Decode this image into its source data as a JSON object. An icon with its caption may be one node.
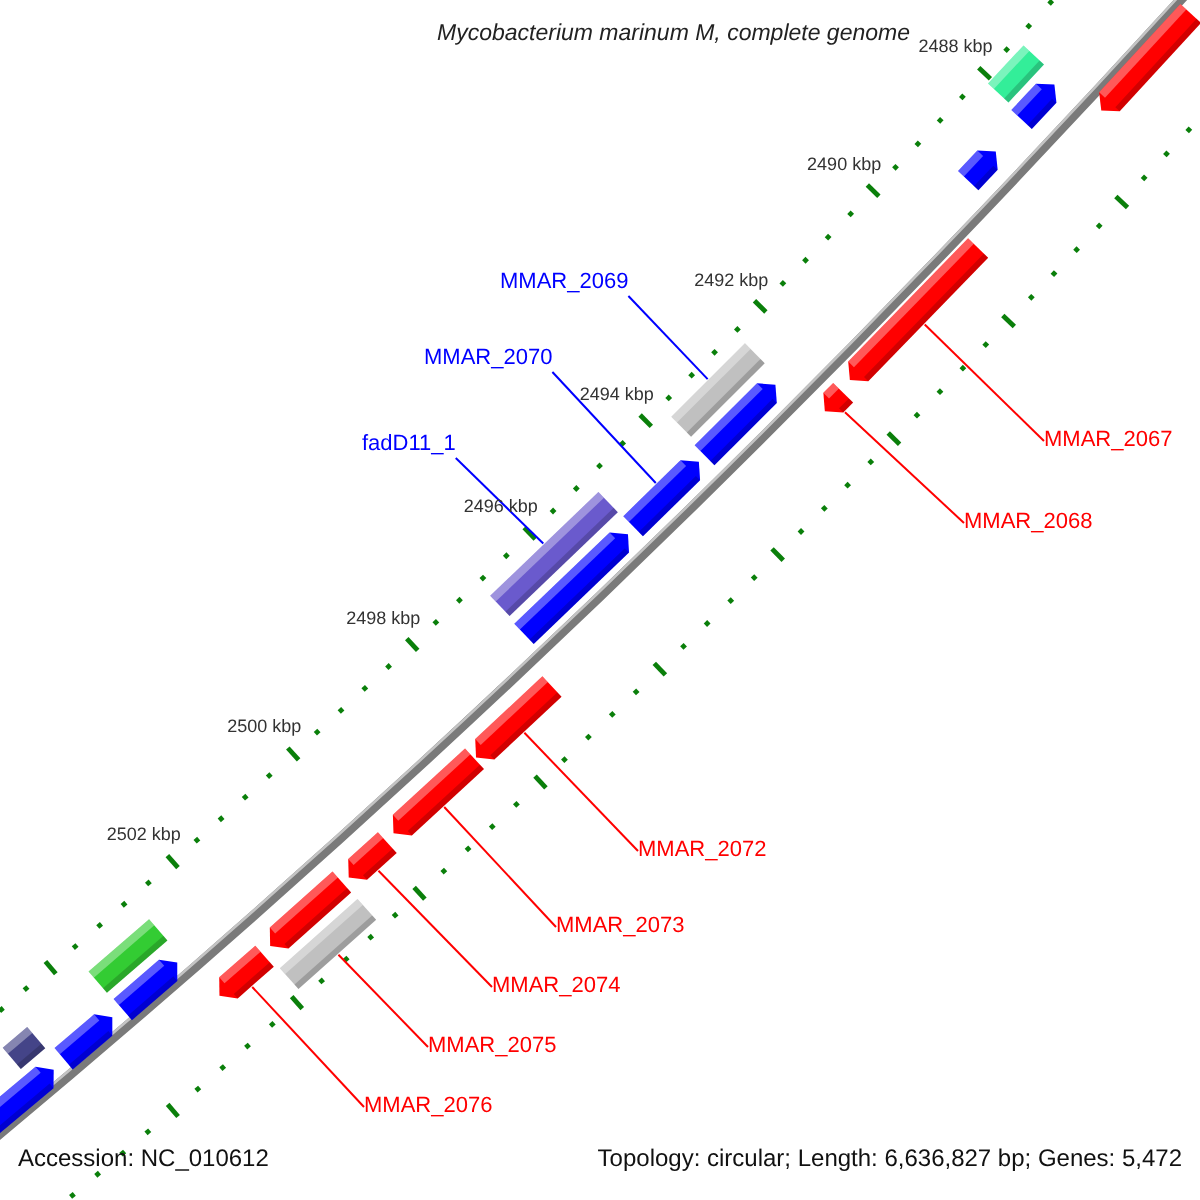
{
  "diagram": {
    "title": "Mycobacterium marinum M, complete genome",
    "nodes": [
      {
        "text": [
          "MMAR_2069"
        ]
      },
      {
        "text": [
          "MMAR_2070"
        ]
      },
      {
        "text": [
          "MMAR_2067"
        ]
      },
      {
        "text": [
          "fadD11_1"
        ]
      },
      {
        "text": [
          "MMAR_2068"
        ]
      },
      {
        "text": [
          "MMAR_2072"
        ]
      },
      {
        "text": [
          "MMAR_2073"
        ]
      },
      {
        "text": [
          "MMAR_2074"
        ]
      },
      {
        "text": [
          "MMAR_2075"
        ]
      },
      {
        "text": [
          "MMAR_2076"
        ]
      },
      {
        "text": [],
        "shape": "bar"
      },
      {
        "text": [],
        "shape": "bar"
      },
      {
        "text": [],
        "shape": "bar"
      },
      {
        "text": [],
        "shape": "bar"
      },
      {
        "text": [],
        "shape": "bar"
      },
      {
        "text": [],
        "shape": "bar"
      },
      {
        "text": [],
        "shape": "bar"
      },
      {
        "text": [],
        "shape": "bar"
      },
      {
        "text": [],
        "shape": "bar"
      },
      {
        "text": [],
        "shape": "bar"
      },
      {
        "text": [],
        "shape": "bar"
      },
      {
        "text": [],
        "shape": "bar"
      },
      {
        "text": [],
        "shape": "bar"
      },
      {
        "text": [],
        "shape": "bar"
      },
      {
        "text": [],
        "shape": "bar"
      },
      {
        "text": [],
        "shape": "bar"
      },
      {
        "text": [],
        "shape": "bar"
      },
      {
        "text": [],
        "shape": "bar"
      },
      {
        "text": [],
        "shape": "bar"
      },
      {
        "text": [],
        "shape": "bar"
      },
      {
        "text": [],
        "shape": "bar"
      },
      {
        "text": [],
        "shape": "bar"
      }
    ],
    "edges": [
      {
        "from": 0,
        "to": 15,
        "arrow": "none",
        "color": "#0000ff"
      },
      {
        "from": 1,
        "to": 18,
        "arrow": "none",
        "color": "#0000ff"
      },
      {
        "from": 2,
        "to": 14,
        "arrow": "none"
      },
      {
        "from": 3,
        "to": 19,
        "arrow": "none",
        "color": "#0000ff"
      },
      {
        "from": 4,
        "to": 16,
        "arrow": "none"
      },
      {
        "from": 5,
        "to": 21,
        "arrow": "none"
      },
      {
        "from": 6,
        "to": 22,
        "arrow": "none"
      },
      {
        "from": 7,
        "to": 23,
        "arrow": "none"
      },
      {
        "from": 8,
        "to": 25,
        "arrow": "none"
      },
      {
        "from": 9,
        "to": 27,
        "arrow": "none"
      }
    ],
    "labels": [
      "2488 kbp",
      "2490 kbp",
      "2492 kbp",
      "2494 kbp",
      "2496 kbp",
      "2498 kbp",
      "2500 kbp",
      "2502 kbp",
      "Accession: NC_010612",
      "Topology: circular; Length: 6,636,827 bp; Genes: 5,472"
    ]
  }
}
